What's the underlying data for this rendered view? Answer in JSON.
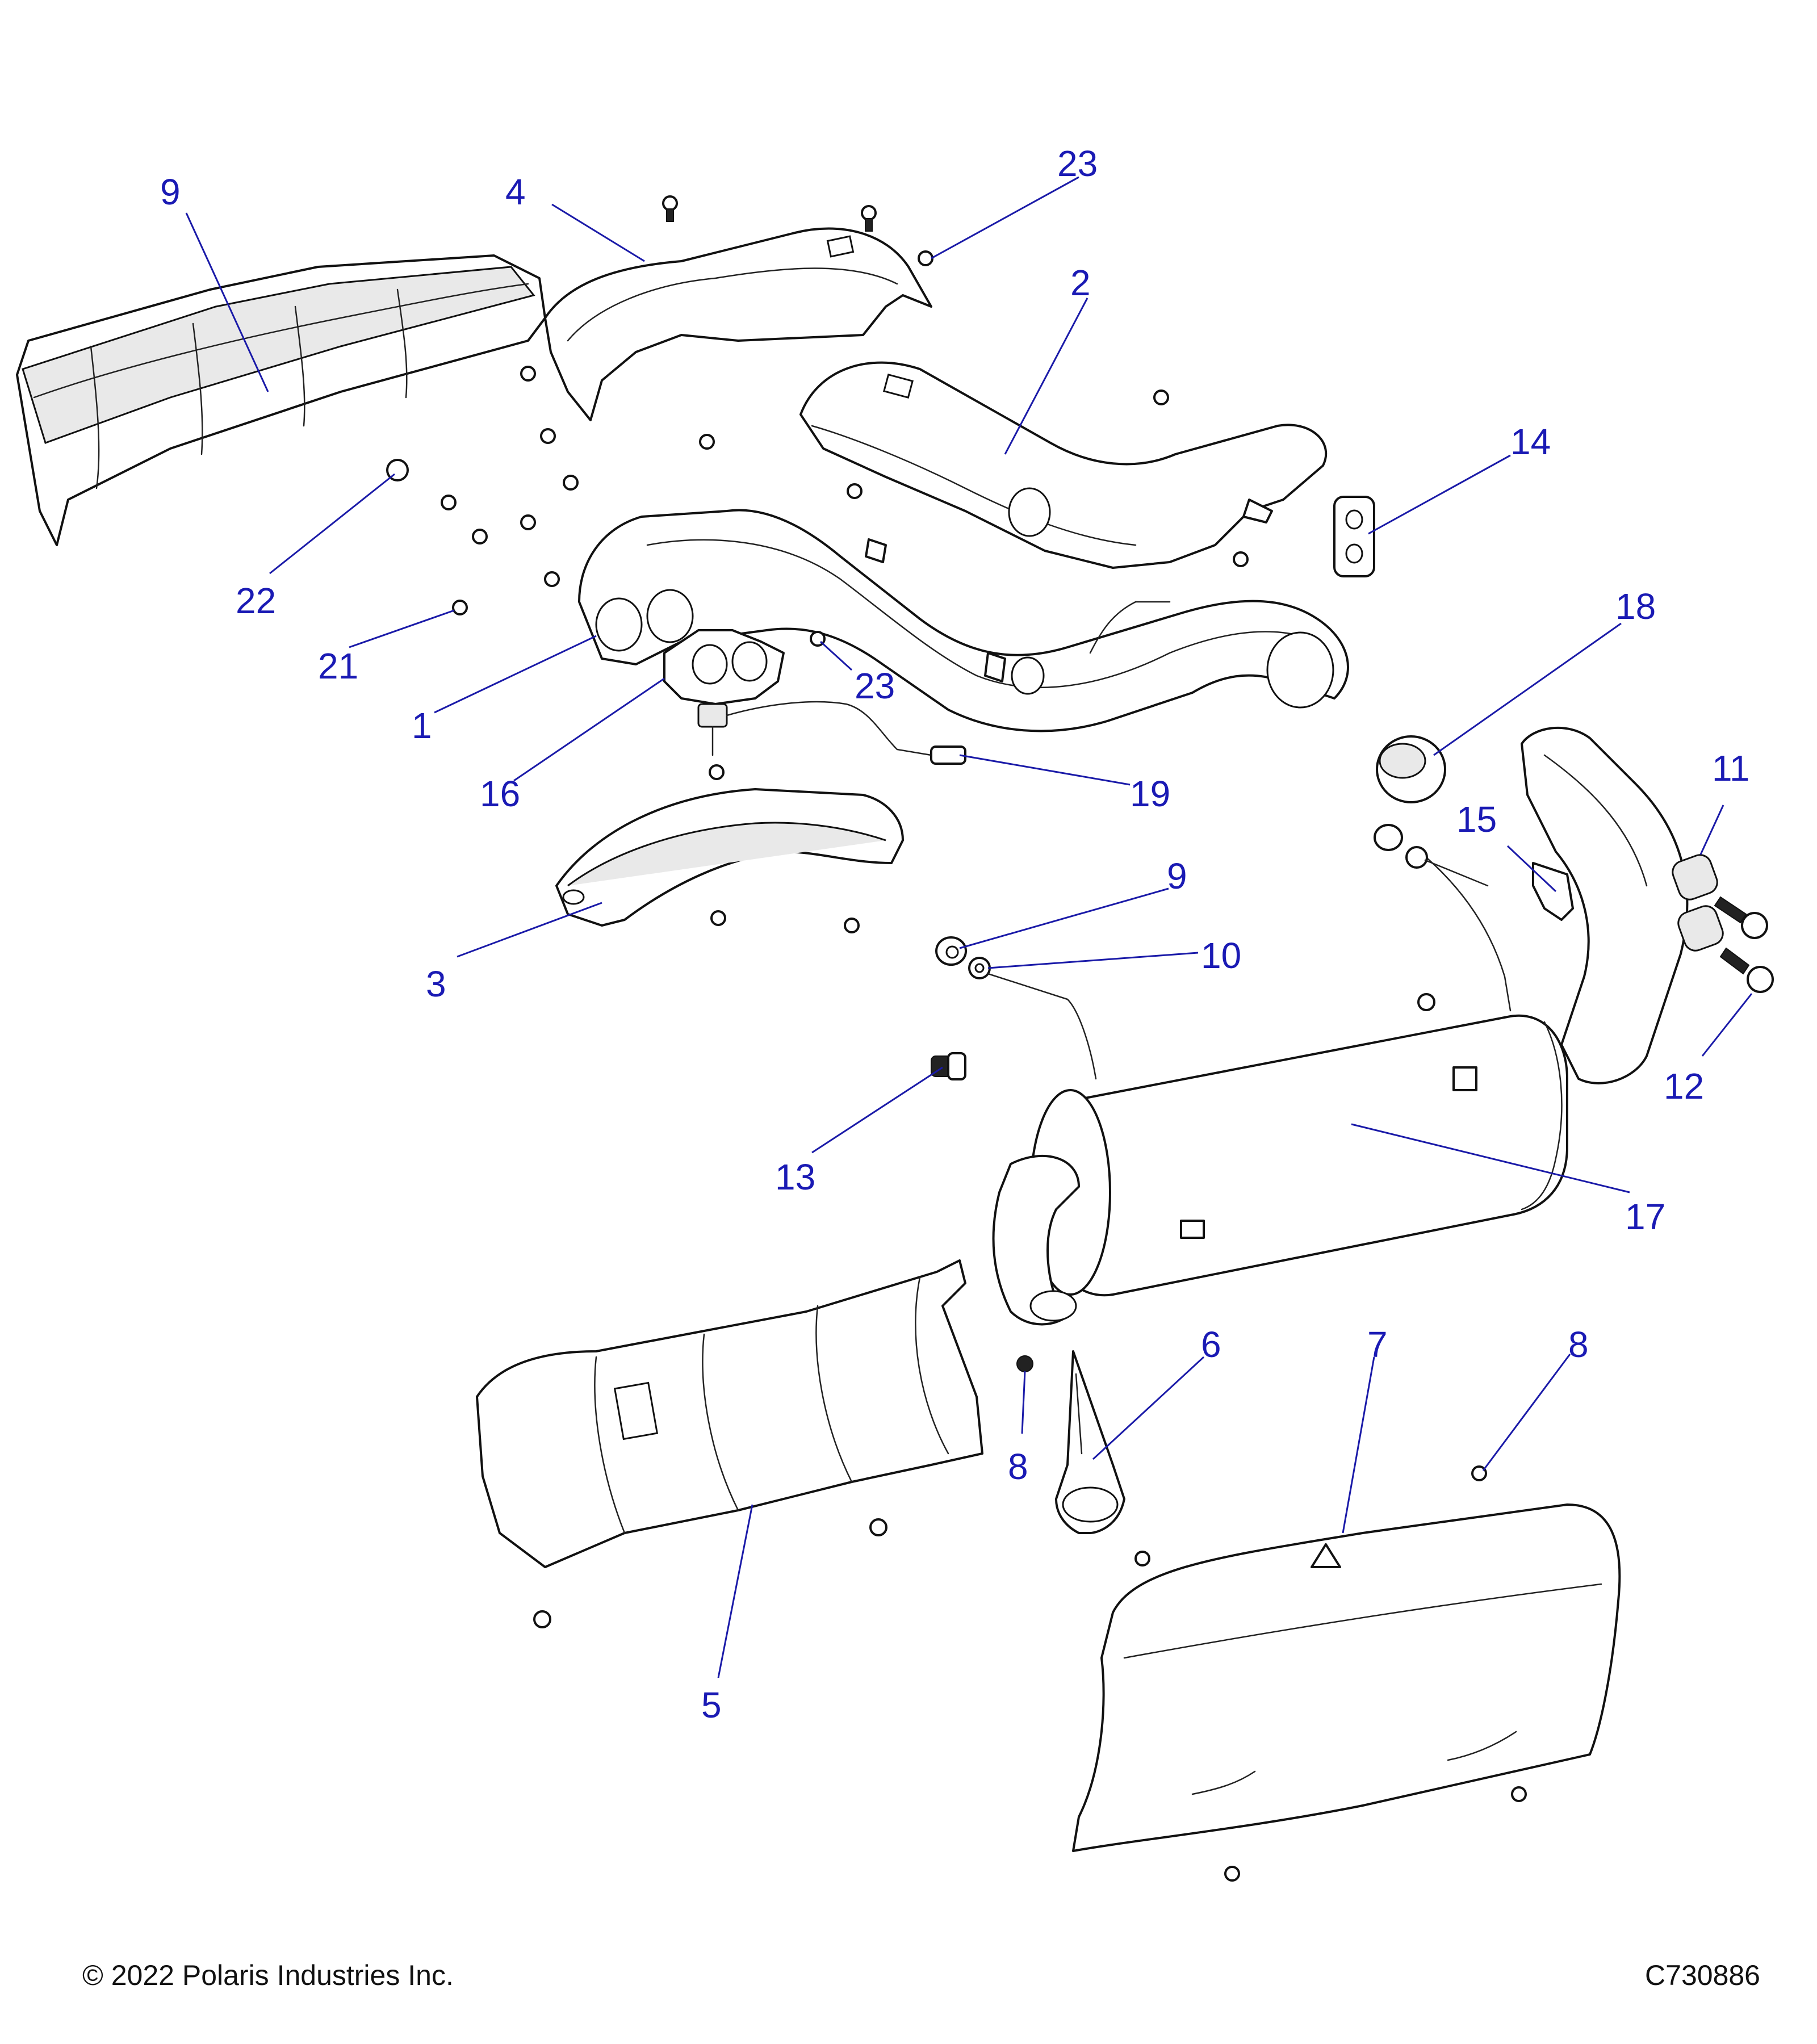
{
  "callouts": [
    {
      "id": "c1",
      "label": "1"
    },
    {
      "id": "c2",
      "label": "2"
    },
    {
      "id": "c3",
      "label": "3"
    },
    {
      "id": "c4",
      "label": "4"
    },
    {
      "id": "c5",
      "label": "5"
    },
    {
      "id": "c6",
      "label": "6"
    },
    {
      "id": "c7",
      "label": "7"
    },
    {
      "id": "c8a",
      "label": "8"
    },
    {
      "id": "c8b",
      "label": "8"
    },
    {
      "id": "c9",
      "label": "9"
    },
    {
      "id": "c10",
      "label": "10"
    },
    {
      "id": "c11",
      "label": "11"
    },
    {
      "id": "c12",
      "label": "12"
    },
    {
      "id": "c13",
      "label": "13"
    },
    {
      "id": "c14",
      "label": "14"
    },
    {
      "id": "c15",
      "label": "15"
    },
    {
      "id": "c16",
      "label": "16"
    },
    {
      "id": "c17",
      "label": "17"
    },
    {
      "id": "c18",
      "label": "18"
    },
    {
      "id": "c19",
      "label": "19"
    },
    {
      "id": "c20",
      "label": "20"
    },
    {
      "id": "c21",
      "label": "21"
    },
    {
      "id": "c22",
      "label": "22"
    },
    {
      "id": "c23a",
      "label": "23"
    },
    {
      "id": "c23b",
      "label": "23"
    }
  ],
  "footer": {
    "copyright": "© 2022 Polaris Industries Inc.",
    "figure_id": "C730886"
  },
  "colors": {
    "callout": "#1a1ab4",
    "line": "#111111"
  }
}
